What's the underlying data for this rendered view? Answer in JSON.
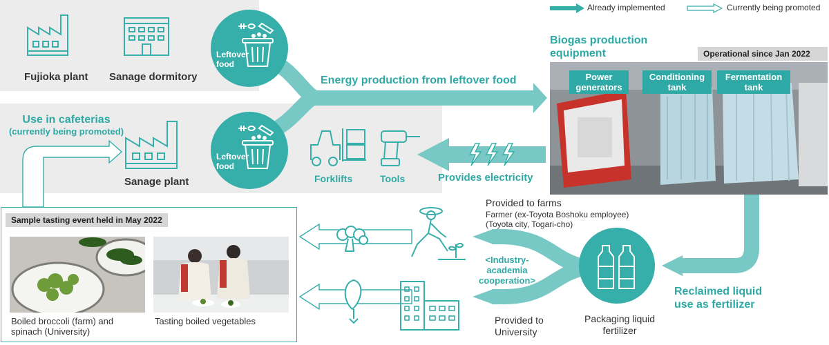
{
  "legend": {
    "implemented": "Already implemented",
    "promoted": "Currently being promoted"
  },
  "top": {
    "fujioka": "Fujioka plant",
    "sanage_dorm": "Sanage dormitory",
    "leftover1": "Leftover food",
    "energy": "Energy production from leftover food"
  },
  "middle": {
    "cafeteria_line1": "Use in cafeterias",
    "cafeteria_line2": "(currently being promoted)",
    "sanage_plant": "Sanage plant",
    "leftover2": "Leftover food",
    "forklifts": "Forklifts",
    "tools": "Tools",
    "provides_electricity": "Provides electricity"
  },
  "biogas": {
    "title": "Biogas production equipment",
    "since": "Operational since Jan 2022",
    "power": "Power generators",
    "conditioning": "Conditioning tank",
    "fermentation": "Fermentation tank"
  },
  "bottom": {
    "tasting_title": "Sample tasting event held in May 2022",
    "caption1": "Boiled broccoli (farm) and spinach (University)",
    "caption2": "Tasting boiled vegetables",
    "provided_farms": "Provided to farms",
    "farmer_line1": "Farmer (ex-Toyota Boshoku employee)",
    "farmer_line2": "(Toyota city, Togari-cho)",
    "industry": "<Industry-academia cooperation>",
    "provided_univ": "Provided to University",
    "packaging": "Packaging liquid fertilizer",
    "reclaimed": "Reclaimed liquid use as fertilizer"
  },
  "colors": {
    "teal": "#36aeaa",
    "teal_light": "#78c9c5",
    "gray_panel": "#ececec"
  }
}
